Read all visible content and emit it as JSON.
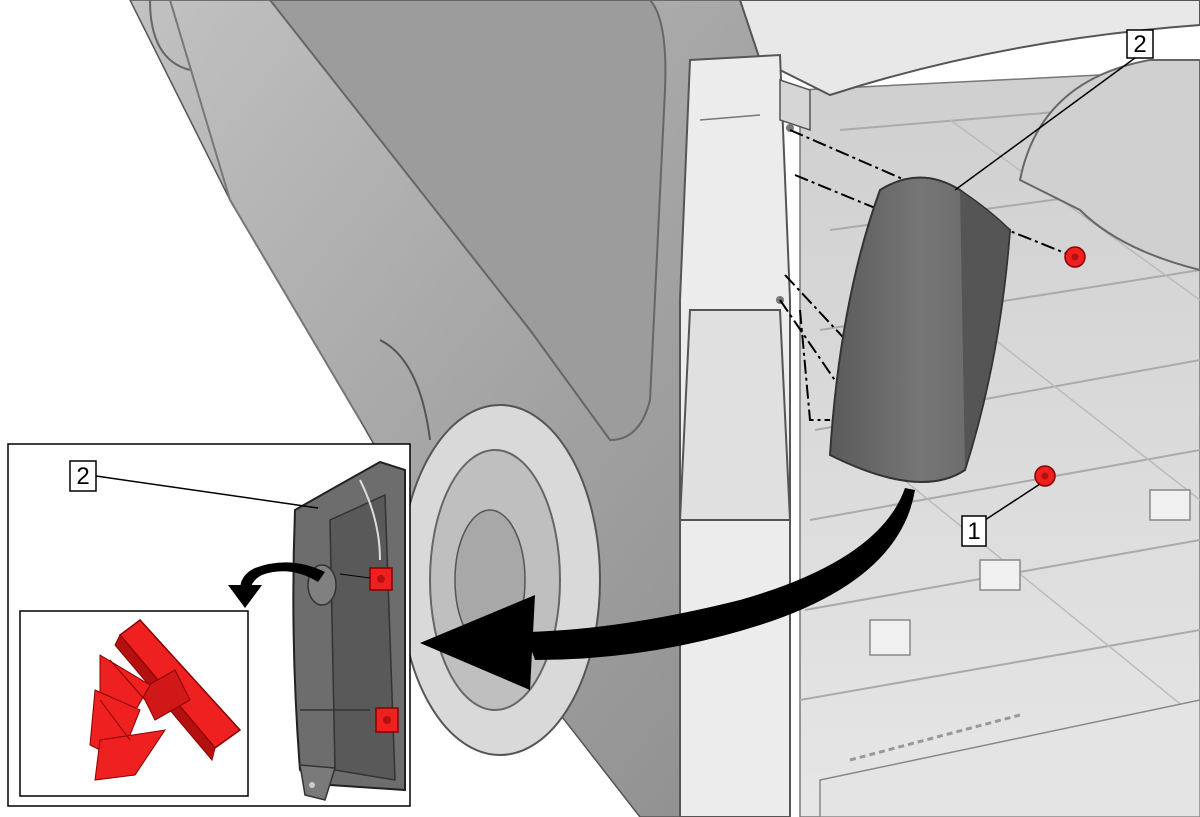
{
  "callouts": {
    "bed_liner_cap": {
      "label": "2"
    },
    "retainer": {
      "label": "1"
    },
    "inset_cap": {
      "label": "2"
    }
  },
  "colors": {
    "retainer": "#ee2020",
    "retainer_dark": "#b51010",
    "cap": "#6d6d6d",
    "cap_dark": "#4a4a4a",
    "vehicle_body": "#a9a9a9",
    "bed_floor": "#dcdcdc",
    "pillar": "#e9e9e9",
    "arrow": "#000000"
  },
  "icons": {
    "main_arrow": "curved-arrow-icon",
    "inset_arrow": "curved-arrow-small-icon",
    "retainer_upper": "push-pin-retainer-icon",
    "retainer_lower": "push-pin-retainer-icon",
    "retainer_detail": "push-pin-retainer-detail-icon"
  }
}
